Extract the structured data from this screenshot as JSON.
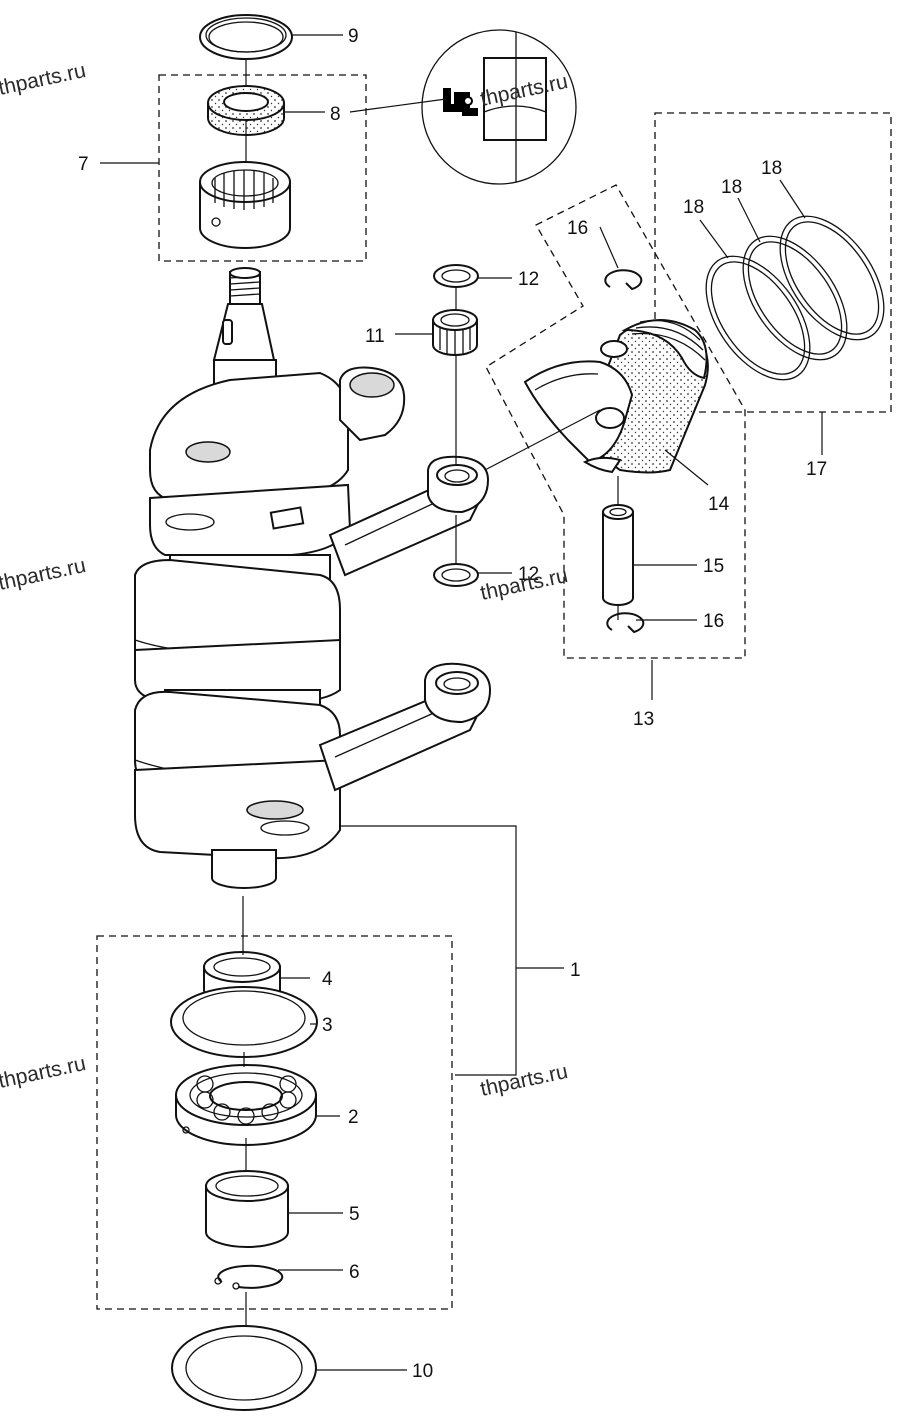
{
  "callouts": {
    "c1": "1",
    "c2": "2",
    "c3": "3",
    "c4": "4",
    "c5": "5",
    "c6": "6",
    "c7": "7",
    "c8": "8",
    "c9": "9",
    "c10": "10",
    "c11": "11",
    "c12a": "12",
    "c12b": "12",
    "c13": "13",
    "c14": "14",
    "c15": "15",
    "c16a": "16",
    "c16b": "16",
    "c17": "17",
    "c18a": "18",
    "c18b": "18",
    "c18c": "18"
  },
  "watermarks": {
    "w1": "thparts.ru",
    "w2": "thparts.ru",
    "w3": "thparts.ru",
    "w4": "thparts.ru",
    "w5": "thparts.ru",
    "w6": "thparts.ru"
  },
  "colors": {
    "line": "#111111",
    "background": "#ffffff",
    "shade": "#d9d9d9"
  }
}
